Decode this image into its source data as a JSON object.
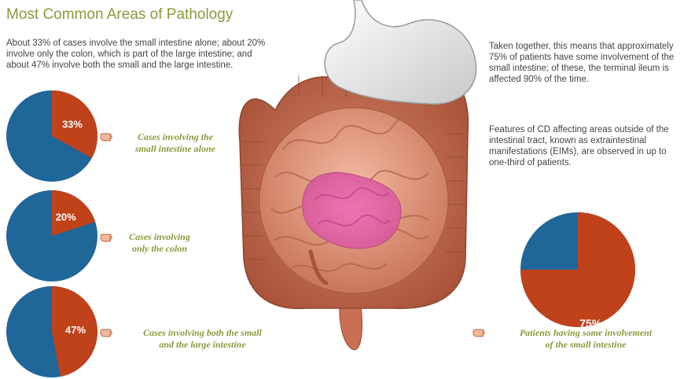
{
  "title": "Most Common Areas of Pathology",
  "intro": "About 33% of cases involve the small intestine alone; about 20% involve only the colon, which is part of the large intestine; and about 47% involve both the small and the large intestine.",
  "right_para_1": "Taken together, this means that approximately 75% of patients have some involvement of the small intestine; of these, the terminal ileum is affected 90% of the time.",
  "right_para_2": "Features of CD affecting areas outside of the intestinal tract, known as extraintestinal manifestations (EIMs), are observed in up to one-third of patients.",
  "colors": {
    "highlight": "#c0421a",
    "remainder": "#1f6699",
    "caption": "#8b9a3c",
    "title": "#8b9a3c"
  },
  "icons": {
    "caption_marker": "pointing-hand-icon",
    "illustration": "digestive-tract-illustration"
  },
  "chart_data": [
    {
      "type": "pie",
      "value_percent": 33,
      "label": "33%",
      "caption_lines": [
        "Cases involving the",
        "small intestine alone"
      ],
      "colors": [
        "#c0421a",
        "#1f6699"
      ]
    },
    {
      "type": "pie",
      "value_percent": 20,
      "label": "20%",
      "caption_lines": [
        "Cases involving",
        "only the colon"
      ],
      "colors": [
        "#c0421a",
        "#1f6699"
      ]
    },
    {
      "type": "pie",
      "value_percent": 47,
      "label": "47%",
      "caption_lines": [
        "Cases involving both the small",
        "and the large intestine"
      ],
      "colors": [
        "#c0421a",
        "#1f6699"
      ]
    },
    {
      "type": "pie",
      "value_percent": 75,
      "label": "75%",
      "caption_lines": [
        "Patients having some involvement",
        "of the small intestine"
      ],
      "colors": [
        "#c0421a",
        "#1f6699"
      ]
    }
  ]
}
